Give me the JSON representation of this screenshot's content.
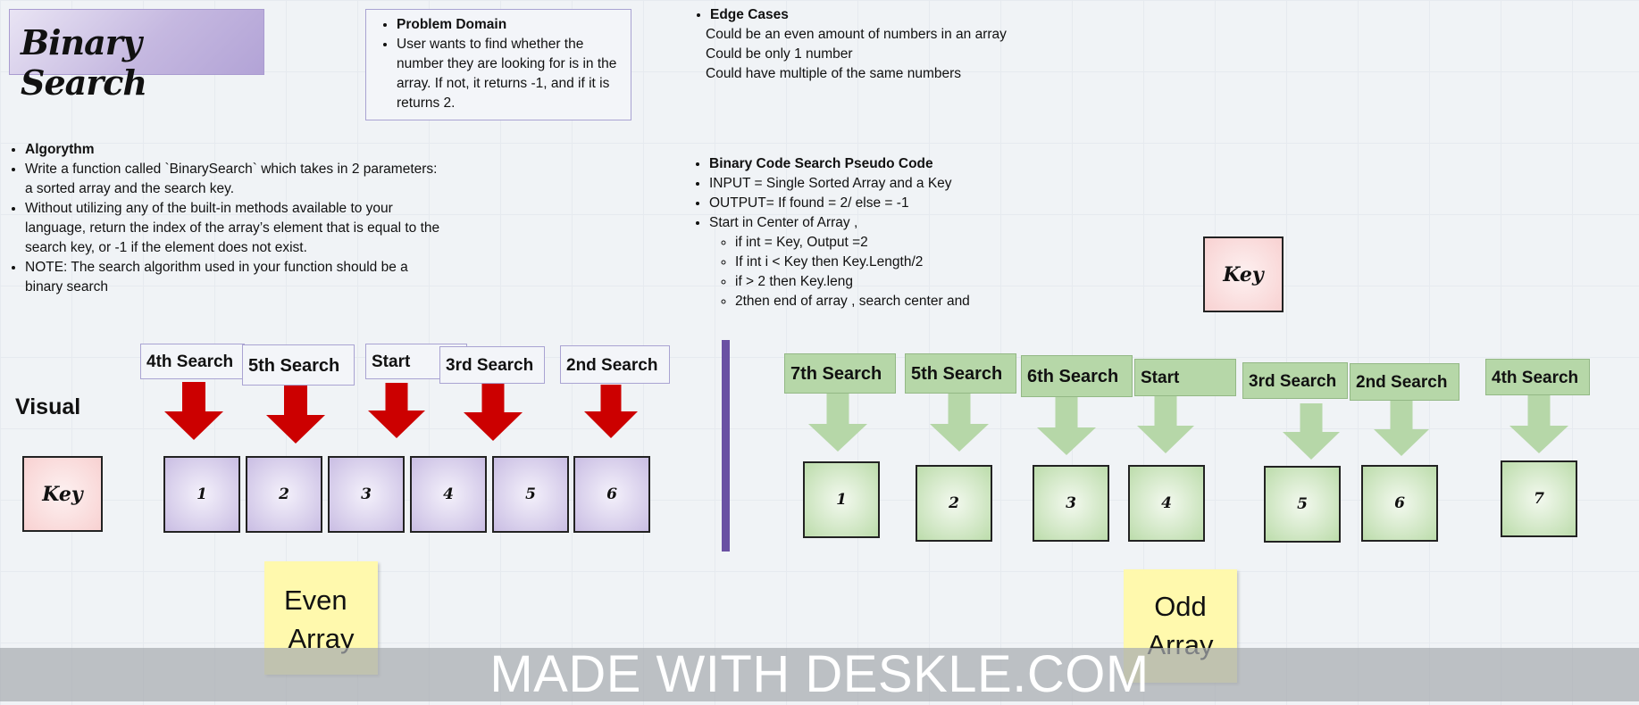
{
  "title": "Binary Search",
  "problem_domain": {
    "heading": "Problem Domain",
    "text": "User wants to find whether the number they are looking for is in the array. If not, it returns -1, and if it is returns 2."
  },
  "edge_cases": {
    "heading": "Edge Cases",
    "lines": [
      "Could be an even amount of numbers in an array",
      "Could be only 1 number",
      "Could have multiple of the same numbers"
    ]
  },
  "algorithm": {
    "heading": "Algorythm",
    "items": [
      "Write a function called `BinarySearch` which takes in 2 parameters: a sorted array and the search key.",
      "Without utilizing any of the built-in methods available to your language, return the index of the array’s element that is equal to the search key, or -1 if the element does not exist.",
      "NOTE: The search algorithm used in your function should be a binary search"
    ]
  },
  "pseudo_code": {
    "heading": "Binary Code Search Pseudo Code",
    "items": [
      "INPUT = Single Sorted Array and a Key",
      "OUTPUT=  If found = 2/ else = -1",
      "Start in Center of Array ,"
    ],
    "sub_items": [
      "if int = Key, Output =2",
      "If int i < Key then Key.Length/2",
      "if > 2 then Key.leng",
      "2then end of array , search center and"
    ]
  },
  "visual_label": "Visual",
  "key_label": "Key",
  "even": {
    "labels": [
      "4th Search",
      "5th Search",
      "Start",
      "3rd Search",
      "2nd Search"
    ],
    "boxes": [
      "1",
      "2",
      "3",
      "4",
      "5",
      "6"
    ],
    "sticky": [
      "Even",
      "Array"
    ]
  },
  "odd": {
    "labels": [
      "7th Search",
      "5th Search",
      "6th Search",
      "Start",
      "3rd Search",
      "2nd Search",
      "4th Search"
    ],
    "boxes": [
      "1",
      "2",
      "3",
      "4",
      "5",
      "6",
      "7"
    ],
    "sticky": [
      "Odd",
      "Array"
    ]
  },
  "watermark": "MADE WITH DESKLE.COM",
  "colors": {
    "even_arrow": "#cc0000",
    "odd_arrow": "#b6d7a8",
    "divider": "#6a51a3"
  }
}
